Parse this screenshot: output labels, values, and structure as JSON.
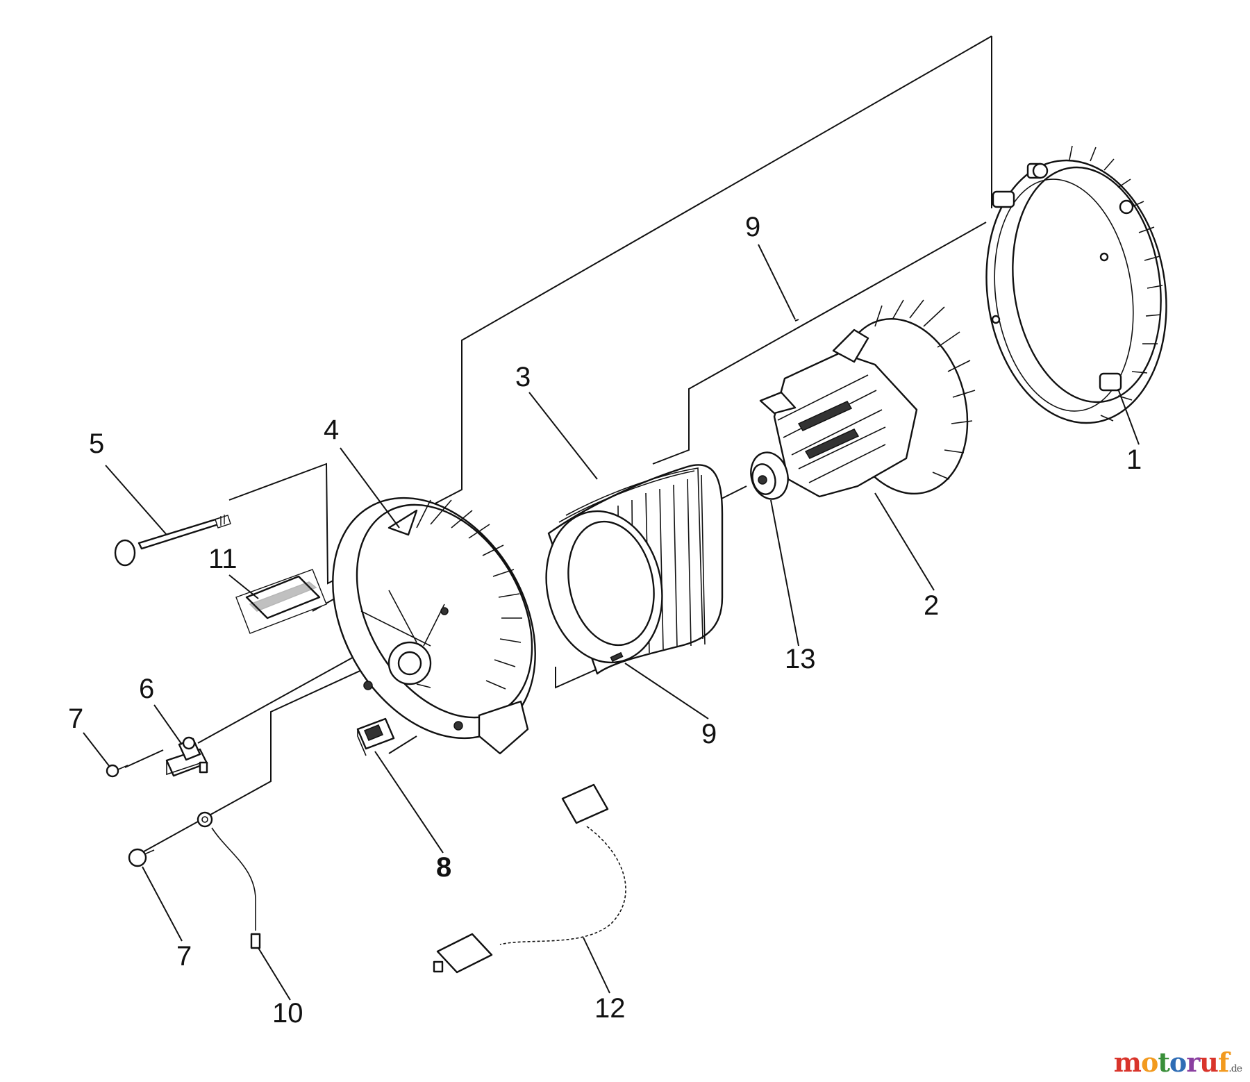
{
  "diagram": {
    "callouts": [
      {
        "id": "c1",
        "label": "1"
      },
      {
        "id": "c2",
        "label": "2"
      },
      {
        "id": "c3",
        "label": "3"
      },
      {
        "id": "c4",
        "label": "4"
      },
      {
        "id": "c5",
        "label": "5"
      },
      {
        "id": "c6",
        "label": "6"
      },
      {
        "id": "c7a",
        "label": "7"
      },
      {
        "id": "c7b",
        "label": "7"
      },
      {
        "id": "c8",
        "label": "8"
      },
      {
        "id": "c9a",
        "label": "9"
      },
      {
        "id": "c9b",
        "label": "9"
      },
      {
        "id": "c10",
        "label": "10"
      },
      {
        "id": "c11",
        "label": "11"
      },
      {
        "id": "c12",
        "label": "12"
      },
      {
        "id": "c13",
        "label": "13"
      }
    ]
  },
  "watermark": {
    "name": "motoruf",
    "tld": ".de",
    "colors": [
      "#d9342b",
      "#f29a1f",
      "#3a8f3a",
      "#2f6db5",
      "#8a3fa0",
      "#d9342b",
      "#f29a1f"
    ]
  }
}
